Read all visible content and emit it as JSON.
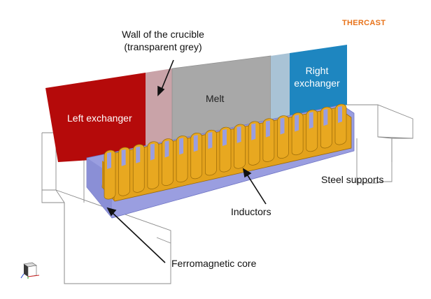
{
  "brand": {
    "name": "THERCAST",
    "color": "#e8731a"
  },
  "labels": {
    "wall_line1": "Wall of the crucible",
    "wall_line2": "(transparent grey)",
    "melt": "Melt",
    "right_exchanger_line1": "Right",
    "right_exchanger_line2": "exchanger",
    "left_exchanger": "Left exchanger",
    "steel_supports": "Steel supports",
    "inductors": "Inductors",
    "ferromagnetic_core": "Ferromagnetic core"
  },
  "colors": {
    "left_exchanger": "#b50a0a",
    "melt": "#a8a8a8",
    "crucible_wall": "#c9a3a8",
    "right_exchanger": "#1e86c0",
    "inductors": "#e3a21c",
    "ferromagnetic_core": "#9a9ee0",
    "steel_supports": "#8a8a8a"
  },
  "icons": {
    "orientation_cube": "axis-triad-cube-icon"
  }
}
